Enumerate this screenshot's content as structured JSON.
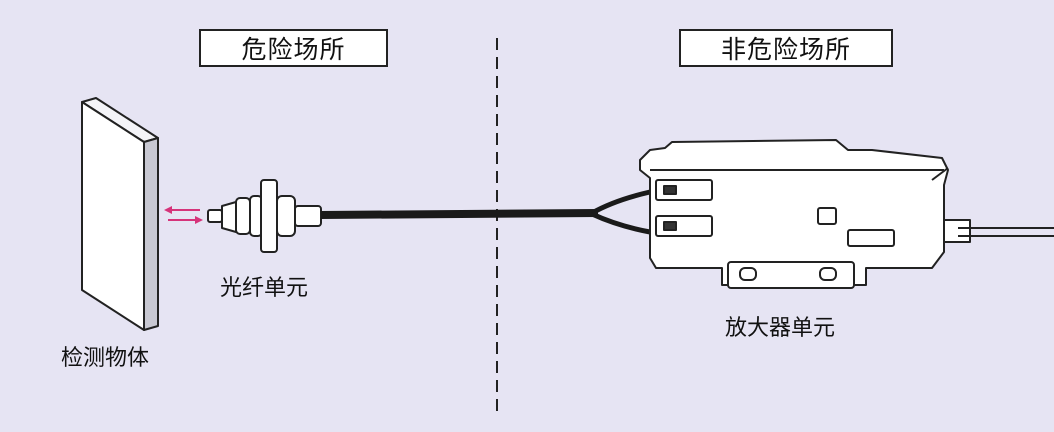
{
  "zones": {
    "hazardous_label": "危险场所",
    "non_hazardous_label": "非危险场所"
  },
  "components": {
    "target_label": "检测物体",
    "fiber_unit_label": "光纤单元",
    "amplifier_unit_label": "放大器单元"
  },
  "colors": {
    "background": "#e6e4f3",
    "light_arrows": "#d6337a",
    "line": "#222222"
  }
}
